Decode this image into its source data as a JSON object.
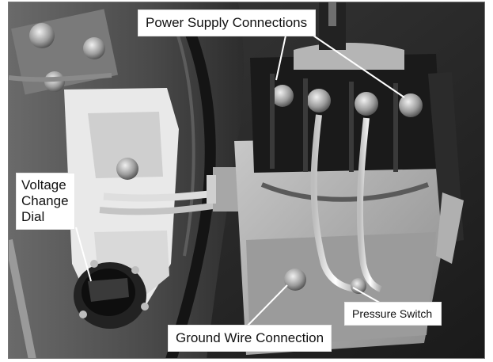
{
  "labels": {
    "power_supply": "Power Supply Connections",
    "voltage_change_dial": [
      "Voltage",
      "Change",
      "Dial"
    ],
    "ground_wire": "Ground Wire Connection",
    "pressure_switch": "Pressure Switch"
  },
  "colors": {
    "frame": "#777777",
    "photo_dark": "#1c1c1c",
    "photo_metal": "#9a9a9a",
    "wire": "#ededed",
    "callout_line": "#ffffff"
  }
}
